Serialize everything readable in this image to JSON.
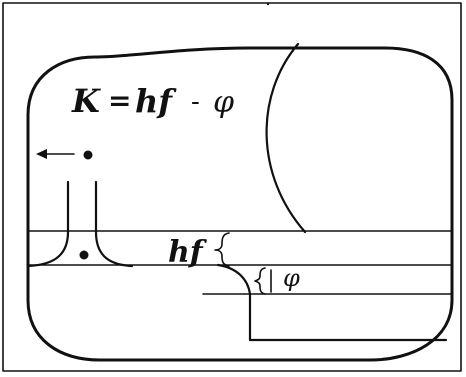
{
  "equation": {
    "lhs": "K",
    "eq": "=",
    "term1": "hf",
    "minus": "-",
    "term2": "φ"
  },
  "labels": {
    "photon_energy": "hf",
    "work_function": "φ"
  }
}
